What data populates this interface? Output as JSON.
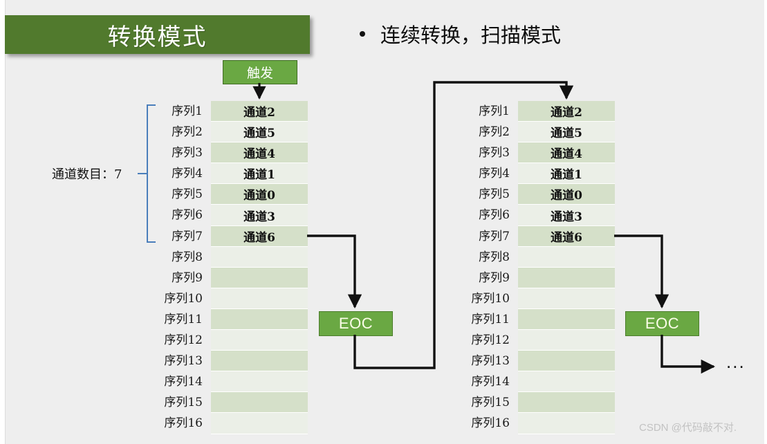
{
  "slide": {
    "title": "转换模式",
    "bullet": "连续转换，扫描模式",
    "bullet_marker": "bullet-dot-icon",
    "watermark": "CSDN @代码敲不对.",
    "ellipsis": "...",
    "colors": {
      "background": "#eeeeee",
      "title_banner": "#517a2d",
      "accent_green": "#6aa843",
      "row_shade_dark": "#d5e0c9",
      "row_shade_light": "#ebefe7",
      "brace_blue": "#4a7ebb",
      "connector": "#111111",
      "watermark": "#c2c2c2"
    }
  },
  "trigger": {
    "label": "触发"
  },
  "annotation": {
    "channel_count_label": "通道数目：7",
    "braced_rows": 7
  },
  "eoc": {
    "left_label": "EOC",
    "right_label": "EOC"
  },
  "tables": [
    {
      "id": "table-left",
      "rows": [
        {
          "seq": "序列1",
          "channel": "通道2",
          "shade": "dark"
        },
        {
          "seq": "序列2",
          "channel": "通道5",
          "shade": "light"
        },
        {
          "seq": "序列3",
          "channel": "通道4",
          "shade": "dark"
        },
        {
          "seq": "序列4",
          "channel": "通道1",
          "shade": "light"
        },
        {
          "seq": "序列5",
          "channel": "通道0",
          "shade": "dark"
        },
        {
          "seq": "序列6",
          "channel": "通道3",
          "shade": "light"
        },
        {
          "seq": "序列7",
          "channel": "通道6",
          "shade": "dark"
        },
        {
          "seq": "序列8",
          "channel": "",
          "shade": "light"
        },
        {
          "seq": "序列9",
          "channel": "",
          "shade": "dark"
        },
        {
          "seq": "序列10",
          "channel": "",
          "shade": "light"
        },
        {
          "seq": "序列11",
          "channel": "",
          "shade": "dark"
        },
        {
          "seq": "序列12",
          "channel": "",
          "shade": "light"
        },
        {
          "seq": "序列13",
          "channel": "",
          "shade": "dark"
        },
        {
          "seq": "序列14",
          "channel": "",
          "shade": "light"
        },
        {
          "seq": "序列15",
          "channel": "",
          "shade": "dark"
        },
        {
          "seq": "序列16",
          "channel": "",
          "shade": "light"
        }
      ]
    },
    {
      "id": "table-right",
      "rows": [
        {
          "seq": "序列1",
          "channel": "通道2",
          "shade": "dark"
        },
        {
          "seq": "序列2",
          "channel": "通道5",
          "shade": "light"
        },
        {
          "seq": "序列3",
          "channel": "通道4",
          "shade": "dark"
        },
        {
          "seq": "序列4",
          "channel": "通道1",
          "shade": "light"
        },
        {
          "seq": "序列5",
          "channel": "通道0",
          "shade": "dark"
        },
        {
          "seq": "序列6",
          "channel": "通道3",
          "shade": "light"
        },
        {
          "seq": "序列7",
          "channel": "通道6",
          "shade": "dark"
        },
        {
          "seq": "序列8",
          "channel": "",
          "shade": "light"
        },
        {
          "seq": "序列9",
          "channel": "",
          "shade": "dark"
        },
        {
          "seq": "序列10",
          "channel": "",
          "shade": "light"
        },
        {
          "seq": "序列11",
          "channel": "",
          "shade": "dark"
        },
        {
          "seq": "序列12",
          "channel": "",
          "shade": "light"
        },
        {
          "seq": "序列13",
          "channel": "",
          "shade": "dark"
        },
        {
          "seq": "序列14",
          "channel": "",
          "shade": "light"
        },
        {
          "seq": "序列15",
          "channel": "",
          "shade": "dark"
        },
        {
          "seq": "序列16",
          "channel": "",
          "shade": "light"
        }
      ]
    }
  ]
}
